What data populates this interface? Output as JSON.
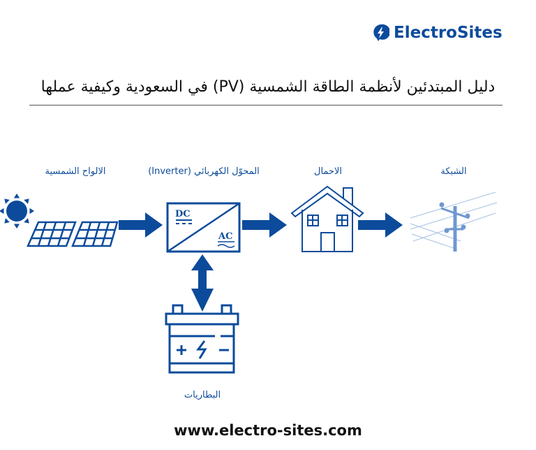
{
  "brand": {
    "name": "ElectroSites",
    "color": "#0c4b9b"
  },
  "title": "دليل المبتدئين لأنظمة الطاقة الشمسية (PV) في السعودية وكيفية عملها",
  "labels": {
    "panels": "الالواح الشمسية",
    "inverter": "المحوّل الكهربائي (Inverter)",
    "loads": "الاحمال",
    "grid": "الشبكة",
    "batteries": "البطاريات"
  },
  "inverter": {
    "dc": "DC",
    "ac": "AC"
  },
  "footer": {
    "url": "www.electro-sites.com"
  }
}
